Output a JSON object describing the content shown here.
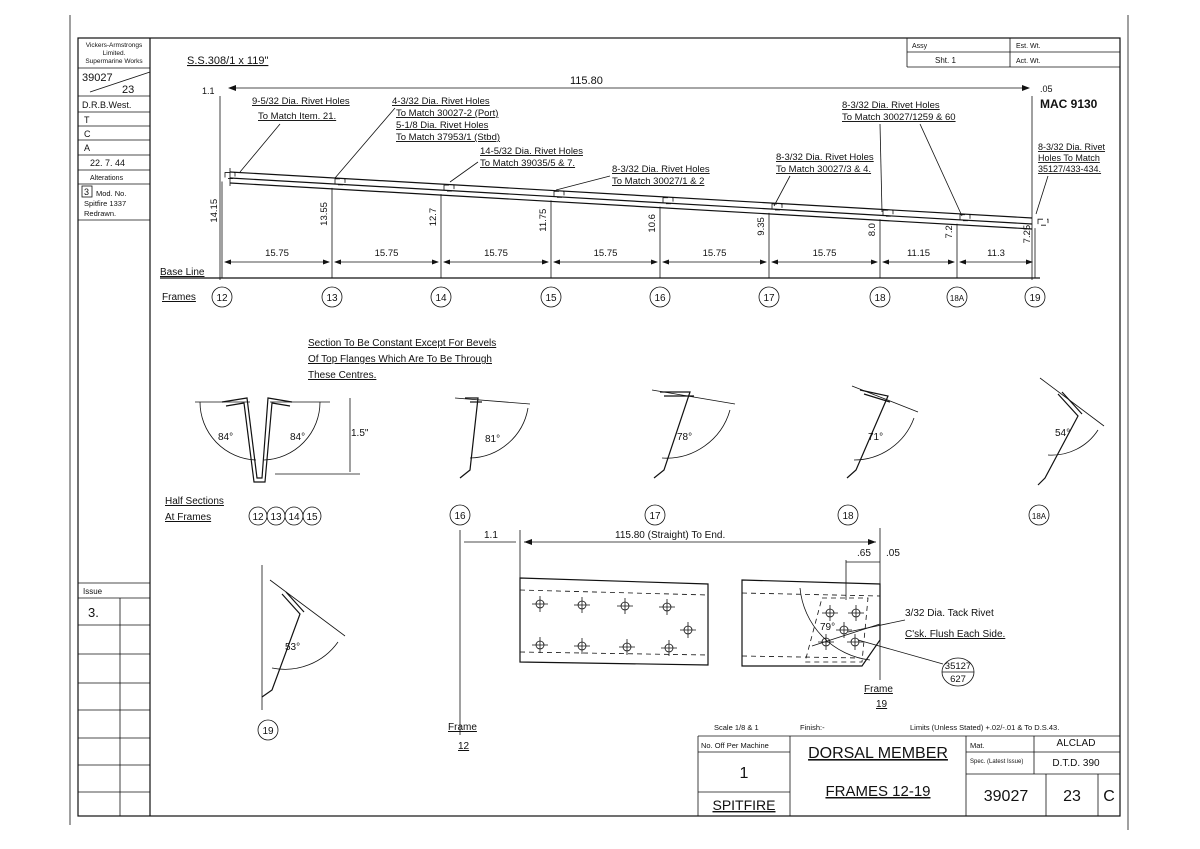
{
  "sidebar": {
    "company": [
      "Vickers-Armstrongs",
      "Limited.",
      "Supermarine Works"
    ],
    "drawing_number": "39027",
    "sheet_ref": "23",
    "drawn_by": "D.R.B.West.",
    "traced": "T",
    "checked": "C",
    "approved": "A",
    "date": "22. 7. 44",
    "alterations_label": "Alterations",
    "alteration_no": "3",
    "alteration_text": [
      "Mod. No.",
      "Spitfire 1337",
      "Redrawn."
    ],
    "issue_label": "Issue",
    "issue_value": "3."
  },
  "header": {
    "spec_ref": "S.S.308/1 x 119\"",
    "assy": "Assy",
    "sheet": "Sht. 1",
    "est_wt": "Est. Wt.",
    "act_wt": "Act. Wt.",
    "mac": "MAC 9130"
  },
  "elevation": {
    "overall_length": "115.80",
    "start_offset": "1.1",
    "end_offset": ".05",
    "base_line": "Base Line",
    "frames_label": "Frames",
    "frames": [
      "12",
      "13",
      "14",
      "15",
      "16",
      "17",
      "18",
      "18A",
      "19"
    ],
    "heights": [
      "14.15",
      "13.55",
      "12.7",
      "11.75",
      "10.6",
      "9.35",
      "8.0",
      "7.2",
      "7.25"
    ],
    "spacings": [
      "15.75",
      "15.75",
      "15.75",
      "15.75",
      "15.75",
      "15.75",
      "11.15",
      "11.3"
    ]
  },
  "rivet_notes": {
    "n1": [
      "9-5/32 Dia. Rivet Holes",
      "To Match Item. 21."
    ],
    "n2": [
      "4-3/32 Dia. Rivet Holes",
      "To Match 30027-2 (Port)",
      "5-1/8 Dia. Rivet Holes",
      "To Match 37953/1 (Stbd)"
    ],
    "n3": [
      "14-5/32 Dia. Rivet Holes",
      "To Match 39035/5 & 7."
    ],
    "n4": [
      "8-3/32 Dia. Rivet Holes",
      "To Match 30027/1 & 2"
    ],
    "n5": [
      "8-3/32 Dia. Rivet Holes",
      "To Match 30027/3 & 4."
    ],
    "n6": [
      "8-3/32 Dia. Rivet Holes",
      "To Match 30027/1259 & 60"
    ],
    "n7": [
      "8-3/32 Dia. Rivet",
      "Holes To Match",
      "35127/433-434."
    ]
  },
  "sections": {
    "note": [
      "Section To Be Constant Except For Bevels",
      "Of Top Flanges Which Are To Be Through",
      "These Centres."
    ],
    "half_label": [
      "Half Sections",
      "At Frames"
    ],
    "half_frames": [
      "12",
      "13",
      "14",
      "15"
    ],
    "angle_left": "84°",
    "angle_right": "84°",
    "height_dim": "1.5\"",
    "views": [
      {
        "angle": "81°",
        "frame": "16"
      },
      {
        "angle": "78°",
        "frame": "17"
      },
      {
        "angle": "71°",
        "frame": "18"
      },
      {
        "angle": "54°",
        "frame": "18A"
      },
      {
        "angle": "53°",
        "frame": "19"
      }
    ]
  },
  "detail": {
    "offset": "1.1",
    "length": "115.80 (Straight) To End.",
    "dim_65": ".65",
    "dim_05": ".05",
    "angle": "79°",
    "tack_note": [
      "3/32 Dia. Tack Rivet",
      "C'sk. Flush Each Side."
    ],
    "ref_top": "35127",
    "ref_bottom": "627",
    "frame12_label": "Frame",
    "frame12_num": "12",
    "frame19_label": "Frame",
    "frame19_num": "19"
  },
  "title_block": {
    "scale": "Scale 1/8 & 1",
    "finish": "Finish:-",
    "limits": "Limits (Unless Stated) +.02/-.01 & To D.S.43.",
    "no_off_label": "No. Off Per Machine",
    "no_off": "1",
    "aircraft": "SPITFIRE",
    "title": "DORSAL MEMBER",
    "subtitle": "FRAMES 12-19",
    "mat_label": "Mat.",
    "material": "ALCLAD",
    "spec_label": "Spec. (Latest Issue)",
    "spec": "D.T.D. 390",
    "drawing_no": "39027",
    "sheet_no": "23",
    "issue_letter": "C"
  }
}
